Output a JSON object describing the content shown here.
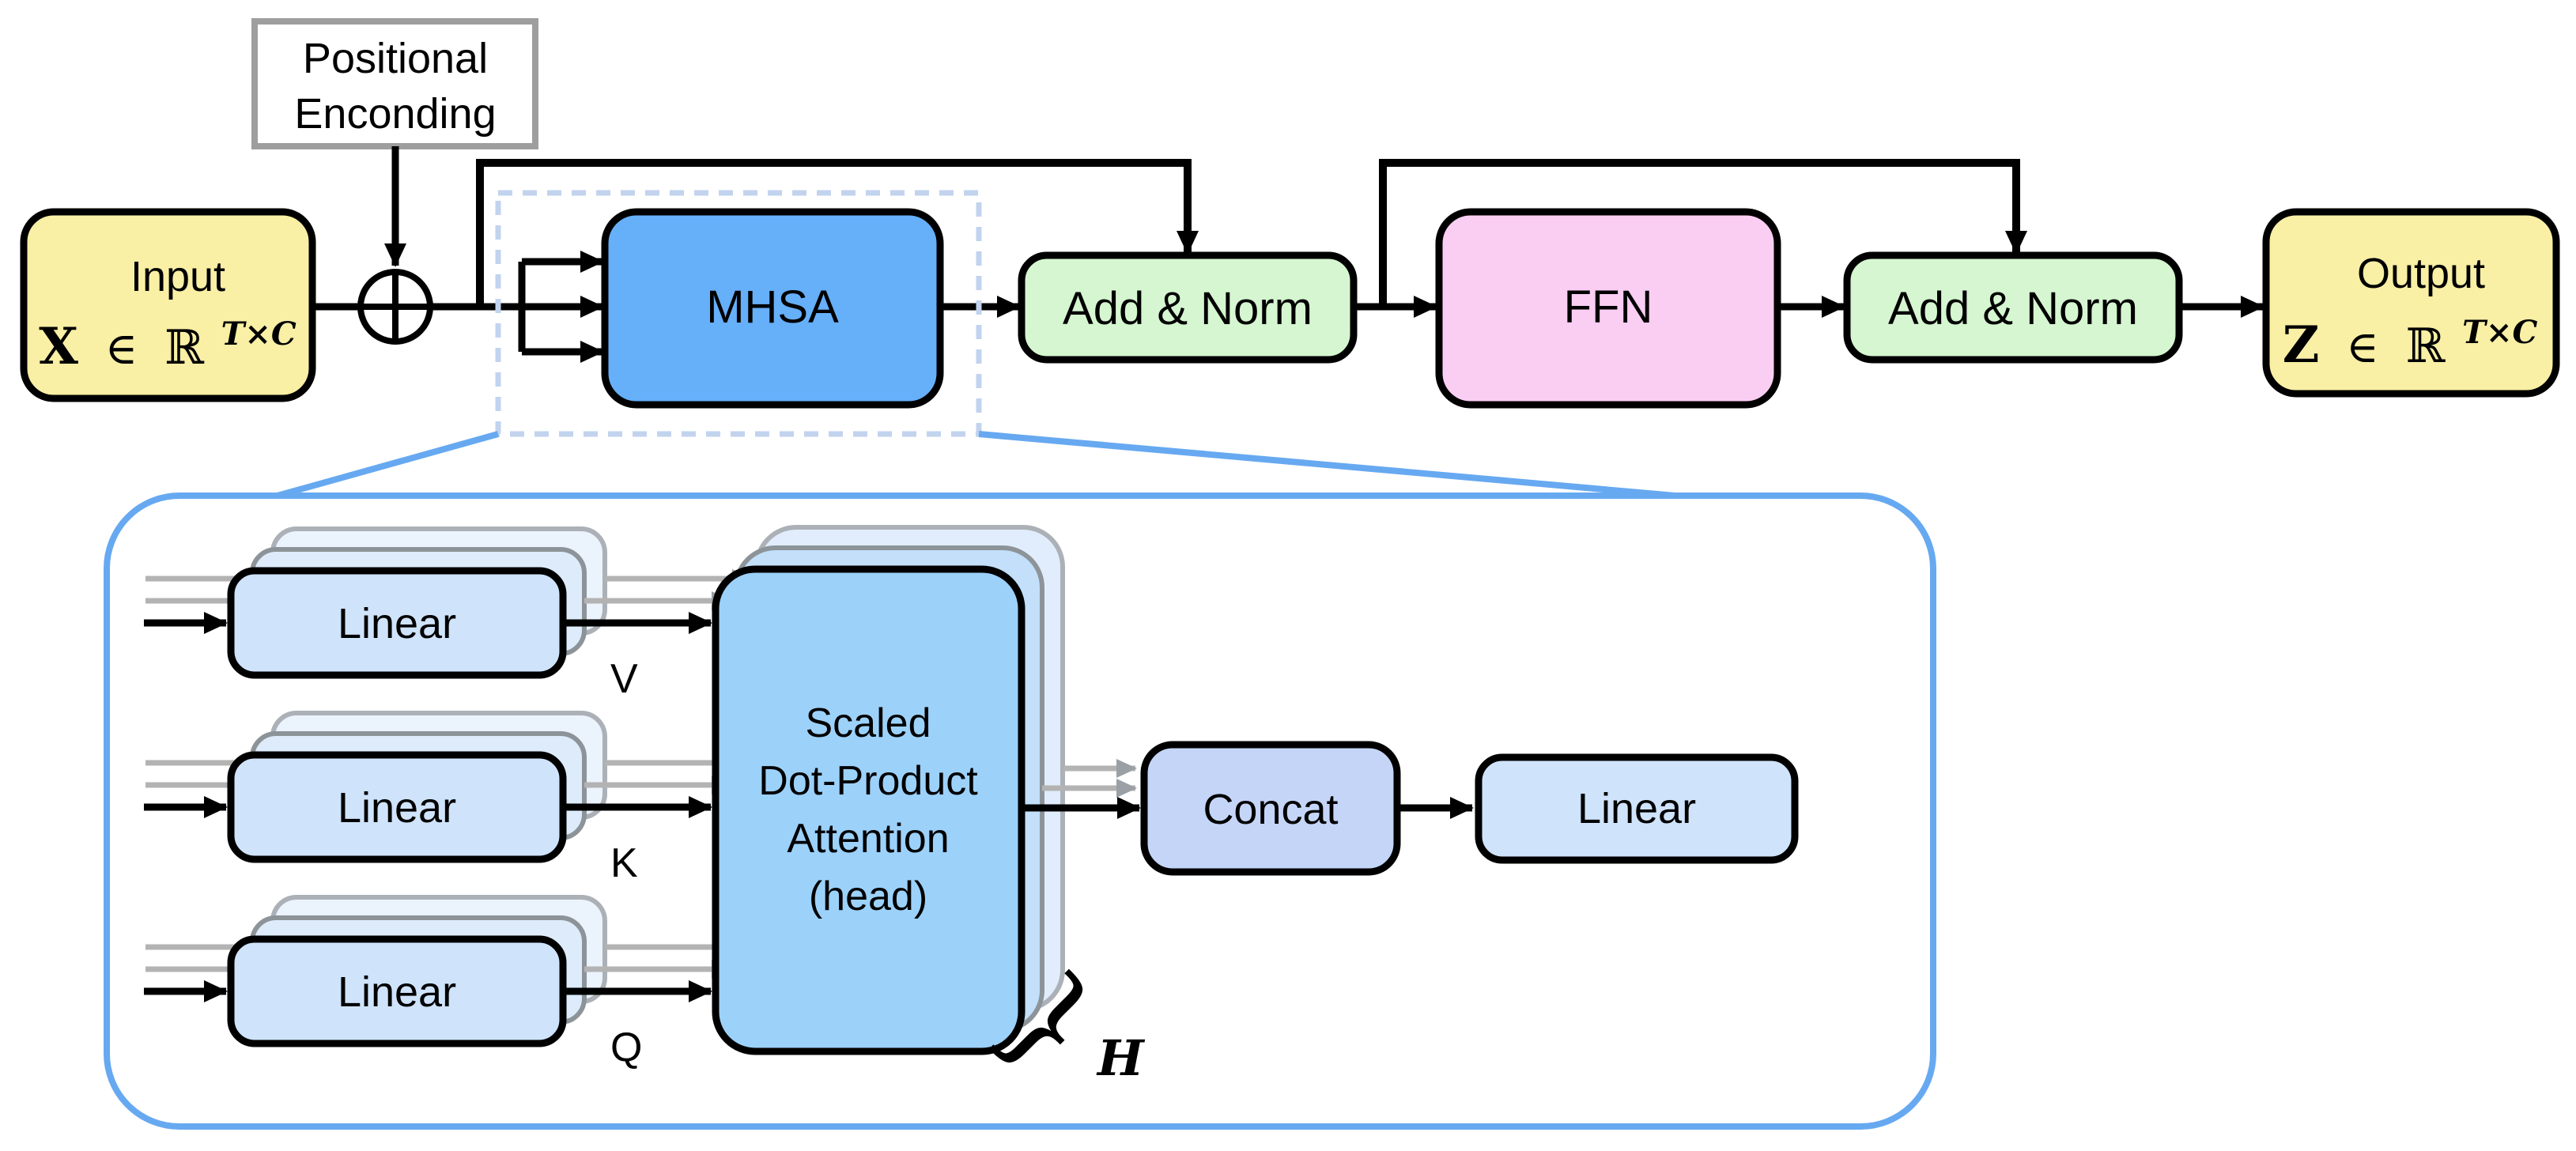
{
  "top": {
    "positional_encoding": {
      "line1": "Positional",
      "line2": "Enconding"
    },
    "input": {
      "title": "Input",
      "math": {
        "var": "X",
        "rel": "∈",
        "set": "ℝ",
        "sup": "T×C"
      }
    },
    "mhsa": "MHSA",
    "add_norm_1": "Add & Norm",
    "ffn": "FFN",
    "add_norm_2": "Add & Norm",
    "output": {
      "title": "Output",
      "math": {
        "var": "Z",
        "rel": "∈",
        "set": "ℝ",
        "sup": "T×C"
      }
    }
  },
  "detail": {
    "linear_v": "Linear",
    "linear_k": "Linear",
    "linear_q": "Linear",
    "v": "V",
    "k": "K",
    "q": "Q",
    "sdpa": {
      "line1": "Scaled",
      "line2": "Dot-Product",
      "line3": "Attention",
      "line4": "(head)"
    },
    "concat": "Concat",
    "linear_out": "Linear",
    "brace": "}",
    "heads": "H"
  },
  "colors": {
    "input_output_fill": "#f9efa5",
    "pe_fill": "#ffffff",
    "pe_border": "#9e9e9e",
    "mhsa_fill": "#66aff9",
    "add_norm_fill": "#d5f6d0",
    "ffn_fill": "#facdf3",
    "linear_fill": "#cfe3fb",
    "linear_ghost_mid_fill": "#ddebfb",
    "linear_ghost_back_fill": "#ebf3fd",
    "sdpa_fill": "#9cd1fa",
    "sdpa_ghost_mid_fill": "#c3dffa",
    "sdpa_ghost_back_fill": "#e1edfc",
    "concat_fill": "#c5d5f7",
    "container_stroke": "#67a9f1",
    "dashed_stroke": "#c2d3ee",
    "gray_line": "#b3b3b3",
    "black": "#000000"
  }
}
